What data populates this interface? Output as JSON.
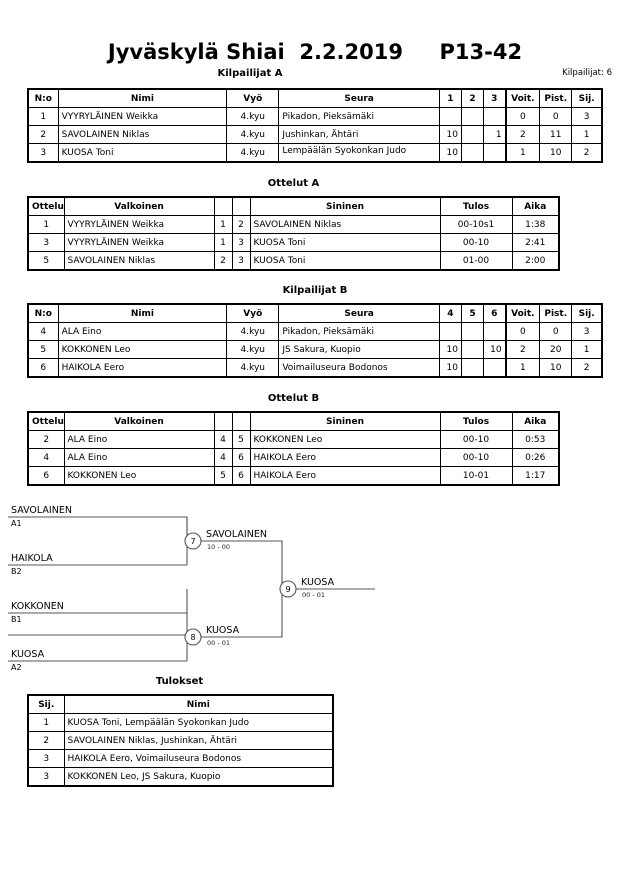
{
  "header": {
    "title": "Jyväskylä Shiai  2.2.2019     P13-42",
    "pool_a_caption": "Kilpailijat A",
    "entrant_count": "Kilpailijat: 6"
  },
  "pool_a": {
    "columns": [
      "N:o",
      "Nimi",
      "Vyö",
      "Seura",
      "1",
      "2",
      "3",
      "Voit.",
      "Pist.",
      "Sij."
    ],
    "rows": [
      {
        "no": "1",
        "name": "VYYRYLÄINEN Weikka",
        "belt": "4.kyu",
        "club": "Pikadon, Pieksämäki",
        "m1": "",
        "m2": "",
        "m3": "",
        "wins": "0",
        "points": "0",
        "rank": "3"
      },
      {
        "no": "2",
        "name": "SAVOLAINEN Niklas",
        "belt": "4.kyu",
        "club": "Jushinkan, Ähtäri",
        "m1": "10",
        "m2": "",
        "m3": "1",
        "wins": "2",
        "points": "11",
        "rank": "1"
      },
      {
        "no": "3",
        "name": "KUOSA Toni",
        "belt": "4.kyu",
        "club": "Lempäälän Syokonkan Judo",
        "m1": "10",
        "m2": "",
        "m3": "",
        "wins": "1",
        "points": "10",
        "rank": "2"
      }
    ]
  },
  "matches_a": {
    "caption": "Ottelut A",
    "columns": [
      "Ottelu",
      "Valkoinen",
      "",
      "",
      "Sininen",
      "Tulos",
      "Aika"
    ],
    "rows": [
      {
        "match": "1",
        "white": "VYYRYLÄINEN Weikka",
        "wn": "1",
        "bn": "2",
        "blue": "SAVOLAINEN Niklas",
        "result": "00-10s1",
        "time": "1:38"
      },
      {
        "match": "3",
        "white": "VYYRYLÄINEN Weikka",
        "wn": "1",
        "bn": "3",
        "blue": "KUOSA Toni",
        "result": "00-10",
        "time": "2:41"
      },
      {
        "match": "5",
        "white": "SAVOLAINEN Niklas",
        "wn": "2",
        "bn": "3",
        "blue": "KUOSA Toni",
        "result": "01-00",
        "time": "2:00"
      }
    ]
  },
  "pool_b": {
    "caption": "Kilpailijat B",
    "columns": [
      "N:o",
      "Nimi",
      "Vyö",
      "Seura",
      "4",
      "5",
      "6",
      "Voit.",
      "Pist.",
      "Sij."
    ],
    "rows": [
      {
        "no": "4",
        "name": "ALA Eino",
        "belt": "4.kyu",
        "club": "Pikadon, Pieksämäki",
        "m1": "",
        "m2": "",
        "m3": "",
        "wins": "0",
        "points": "0",
        "rank": "3"
      },
      {
        "no": "5",
        "name": "KOKKONEN Leo",
        "belt": "4.kyu",
        "club": "JS Sakura, Kuopio",
        "m1": "10",
        "m2": "",
        "m3": "10",
        "wins": "2",
        "points": "20",
        "rank": "1"
      },
      {
        "no": "6",
        "name": "HAIKOLA Eero",
        "belt": "4.kyu",
        "club": "Voimailuseura Bodonos",
        "m1": "10",
        "m2": "",
        "m3": "",
        "wins": "1",
        "points": "10",
        "rank": "2"
      }
    ]
  },
  "matches_b": {
    "caption": "Ottelut B",
    "columns": [
      "Ottelu",
      "Valkoinen",
      "",
      "",
      "Sininen",
      "Tulos",
      "Aika"
    ],
    "rows": [
      {
        "match": "2",
        "white": "ALA Eino",
        "wn": "4",
        "bn": "5",
        "blue": "KOKKONEN Leo",
        "result": "00-10",
        "time": "0:53"
      },
      {
        "match": "4",
        "white": "ALA Eino",
        "wn": "4",
        "bn": "6",
        "blue": "HAIKOLA Eero",
        "result": "00-10",
        "time": "0:26"
      },
      {
        "match": "6",
        "white": "KOKKONEN Leo",
        "wn": "5",
        "bn": "6",
        "blue": "HAIKOLA Eero",
        "result": "10-01",
        "time": "1:17"
      }
    ]
  },
  "bracket": {
    "entries": [
      {
        "name": "SAVOLAINEN",
        "seed": "A1"
      },
      {
        "name": "HAIKOLA",
        "seed": "B2"
      },
      {
        "name": "KOKKONEN",
        "seed": "B1"
      },
      {
        "name": "KUOSA",
        "seed": "A2"
      }
    ],
    "nodes": [
      {
        "number": "7",
        "winner": "SAVOLAINEN",
        "score": "10 - 00"
      },
      {
        "number": "8",
        "winner": "KUOSA",
        "score": "00 - 01"
      },
      {
        "number": "9",
        "winner": "KUOSA",
        "score": "00 - 01"
      }
    ]
  },
  "results": {
    "caption": "Tulokset",
    "columns": [
      "Sij.",
      "Nimi"
    ],
    "rows": [
      {
        "rank": "1",
        "name": "KUOSA Toni, Lempäälän Syokonkan Judo"
      },
      {
        "rank": "2",
        "name": "SAVOLAINEN Niklas, Jushinkan, Ähtäri"
      },
      {
        "rank": "3",
        "name": "HAIKOLA Eero, Voimailuseura Bodonos"
      },
      {
        "rank": "3",
        "name": "KOKKONEN Leo, JS Sakura, Kuopio"
      }
    ]
  }
}
